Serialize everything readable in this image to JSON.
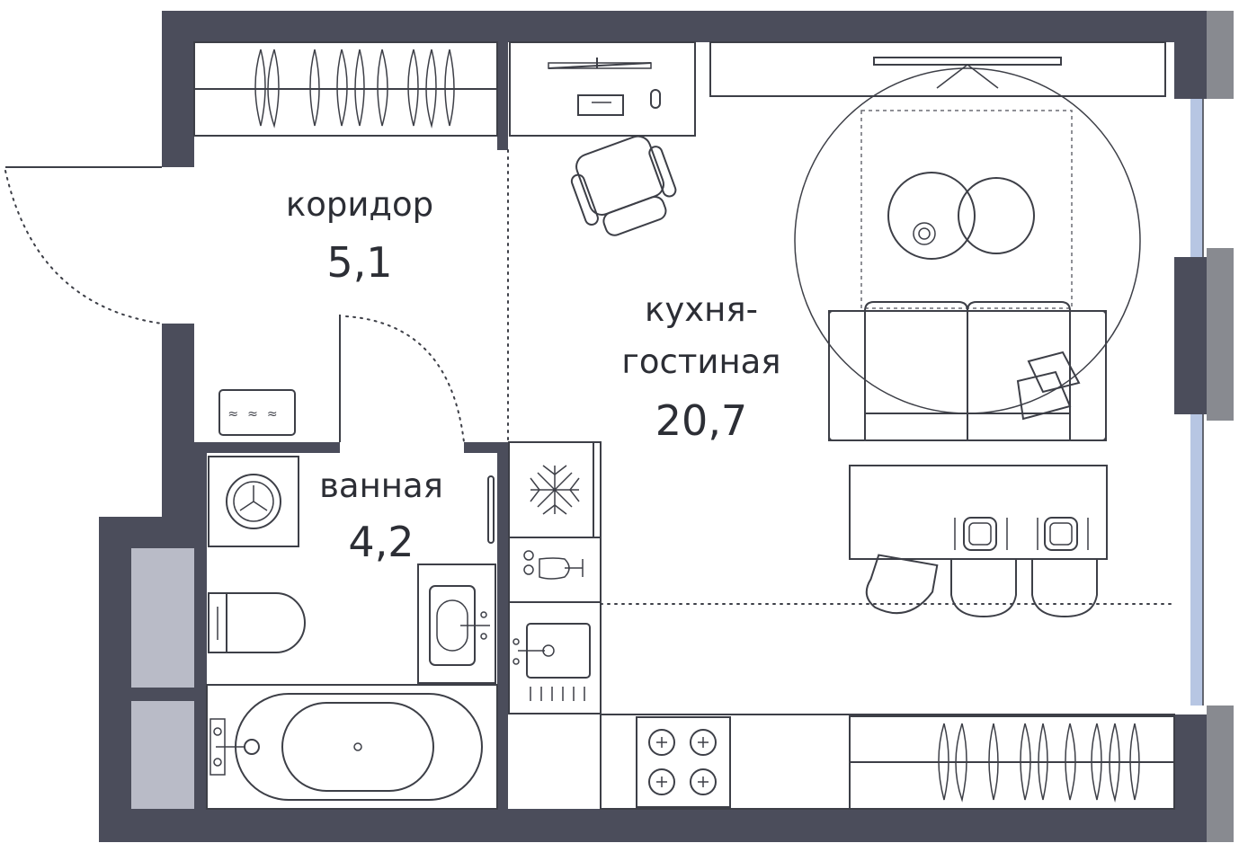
{
  "plan": {
    "rooms": [
      {
        "id": "corridor",
        "name": "коридор",
        "area": "5,1"
      },
      {
        "id": "bathroom",
        "name": "ванная",
        "area": "4,2"
      },
      {
        "id": "kitchen-living",
        "name_line1": "кухня-",
        "name_line2": "гостиная",
        "area": "20,7"
      }
    ],
    "colors": {
      "wall": "#4b4d5b",
      "exterior_wall": "#888a90",
      "window": "#b7c6e3",
      "line": "#3d3f47",
      "background": "#ffffff"
    },
    "icons": [
      "wardrobe-icon",
      "desk-icon",
      "office-chair-icon",
      "tv-icon",
      "rug-icon",
      "coffee-table-icon",
      "sofa-icon",
      "pillow-icon",
      "dining-table-icon",
      "dining-chair-icon",
      "place-setting-icon",
      "refrigerator-icon",
      "oven-icon",
      "kitchen-sink-icon",
      "dishwasher-icon",
      "cooktop-icon",
      "washing-machine-icon",
      "toilet-icon",
      "washbasin-icon",
      "bathtub-icon",
      "radiator-icon",
      "entrance-door-icon",
      "bathroom-door-icon"
    ]
  }
}
